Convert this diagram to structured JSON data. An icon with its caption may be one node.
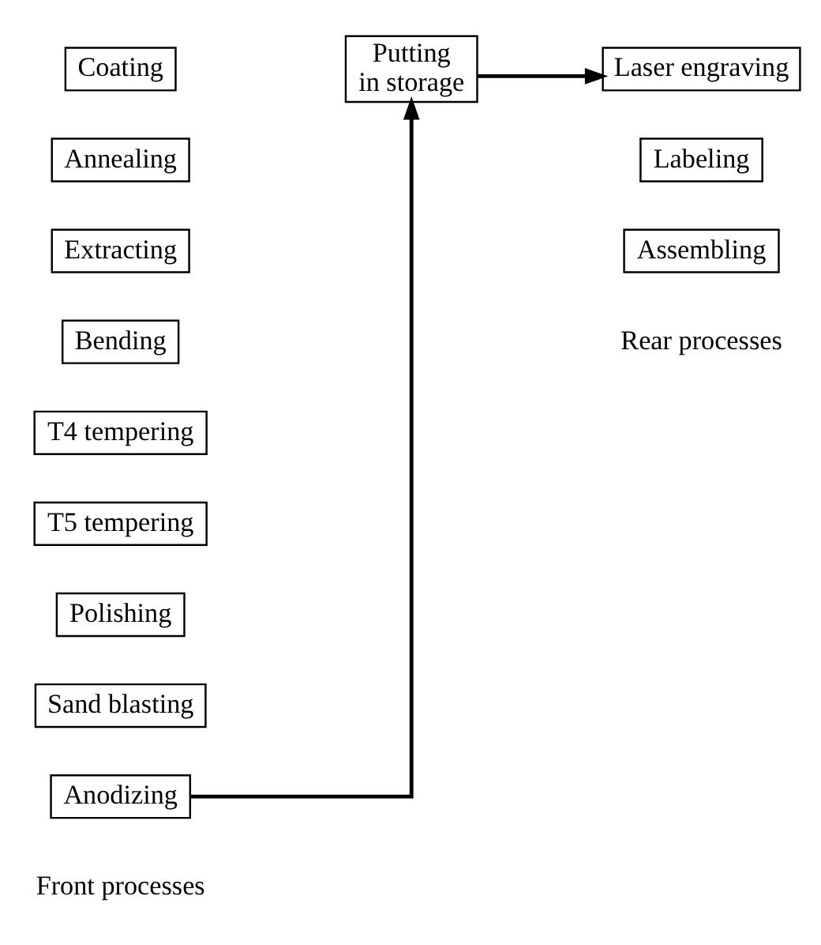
{
  "diagram": {
    "nodes": [
      {
        "text": [
          "Coating"
        ]
      },
      {
        "text": [
          "Annealing"
        ]
      },
      {
        "text": [
          "Extracting"
        ]
      },
      {
        "text": [
          "Bending"
        ]
      },
      {
        "text": [
          "T4 tempering"
        ]
      },
      {
        "text": [
          "T5 tempering"
        ]
      },
      {
        "text": [
          "Polishing"
        ]
      },
      {
        "text": [
          "Sand blasting"
        ]
      },
      {
        "text": [
          "Anodizing"
        ]
      },
      {
        "text": [
          "Putting in storage"
        ]
      },
      {
        "text": [
          "Laser engraving"
        ]
      },
      {
        "text": [
          "Labeling"
        ]
      },
      {
        "text": [
          "Assembling"
        ]
      }
    ],
    "edges": [
      {
        "from": 8,
        "to": 9,
        "arrow": "to"
      },
      {
        "from": 9,
        "to": 10,
        "arrow": "to"
      }
    ],
    "labels": [
      "Front processes",
      "Rear processes"
    ]
  }
}
